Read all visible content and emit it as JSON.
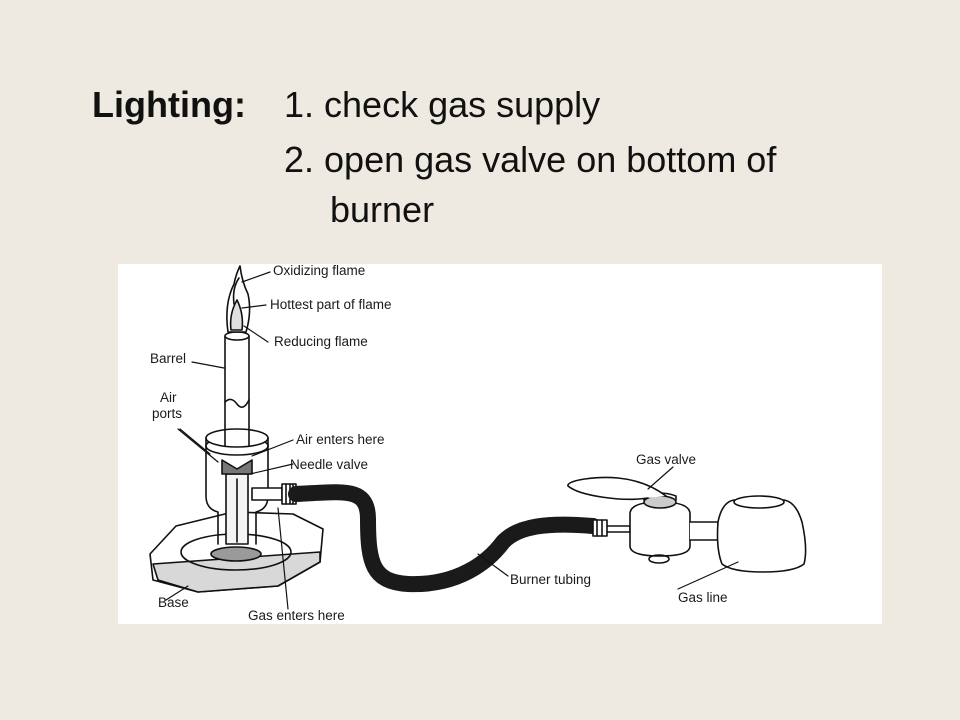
{
  "slide": {
    "heading": "Lighting:",
    "steps": [
      "1. check gas supply",
      "2. open gas valve on bottom of",
      "burner"
    ]
  },
  "diagram": {
    "labels": {
      "oxidizing_flame": "Oxidizing flame",
      "hottest_part": "Hottest part of flame",
      "reducing_flame": "Reducing flame",
      "barrel": "Barrel",
      "air": "Air",
      "ports": "ports",
      "air_enters": "Air enters here",
      "needle_valve": "Needle valve",
      "gas_valve": "Gas valve",
      "burner_tubing": "Burner tubing",
      "gas_line": "Gas line",
      "base": "Base",
      "gas_enters": "Gas enters here"
    },
    "colors": {
      "ink": "#111111",
      "tubing": "#1a1a1a",
      "panel": "#FFFFFF",
      "background": "#EEEAE1"
    }
  }
}
